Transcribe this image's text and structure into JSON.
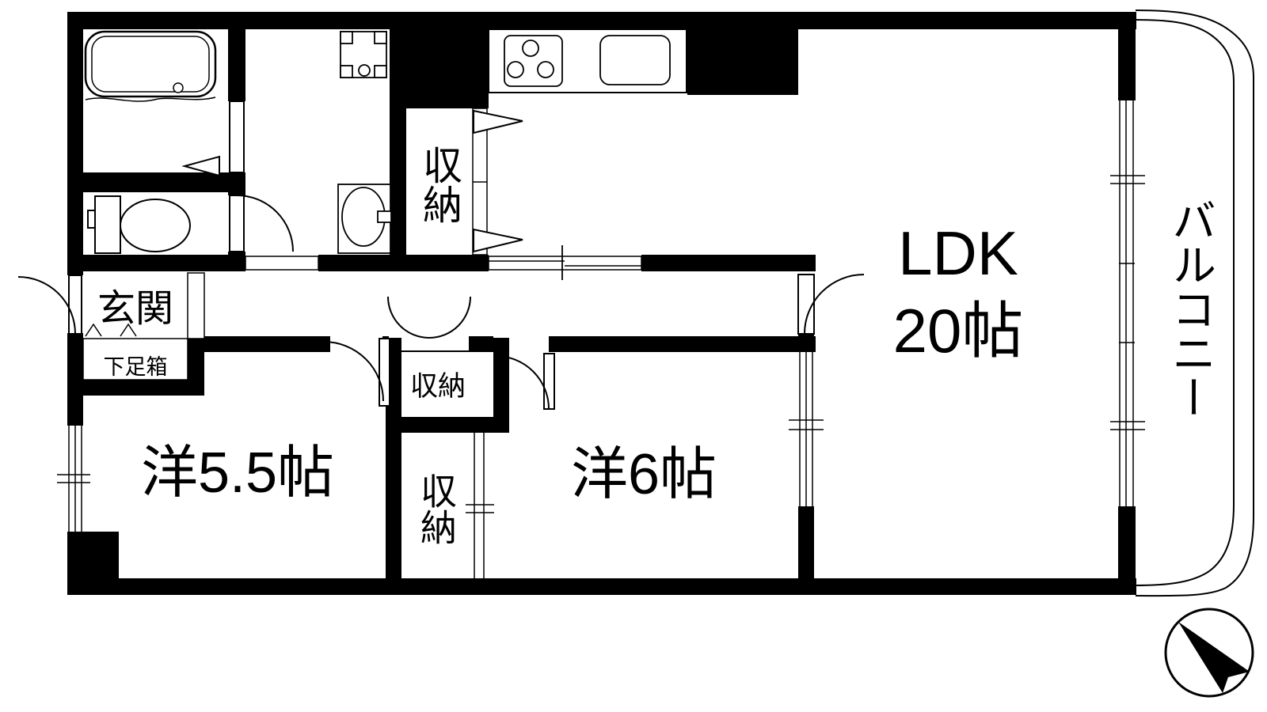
{
  "floorplan": {
    "type": "japanese-apartment-floorplan",
    "colors": {
      "wall": "#000000",
      "background": "#ffffff",
      "line": "#000000"
    },
    "rooms": {
      "ldk": {
        "label_line1": "LDK",
        "label_line2": "20帖"
      },
      "western_room_55": {
        "label": "洋5.5帖"
      },
      "western_room_6": {
        "label": "洋6帖"
      },
      "balcony": {
        "label": "バルコニー"
      },
      "entrance": {
        "label": "玄関"
      },
      "shoe_box": {
        "label": "下足箱"
      },
      "storage_kitchen": {
        "label": "収納"
      },
      "storage_hall": {
        "label": "収納"
      },
      "storage_bedroom": {
        "label": "収納"
      }
    },
    "fixtures": [
      "bathtub",
      "toilet",
      "washbasin",
      "washing-machine-pan",
      "gas-stove",
      "kitchen-sink",
      "compass-north-arrow"
    ]
  }
}
